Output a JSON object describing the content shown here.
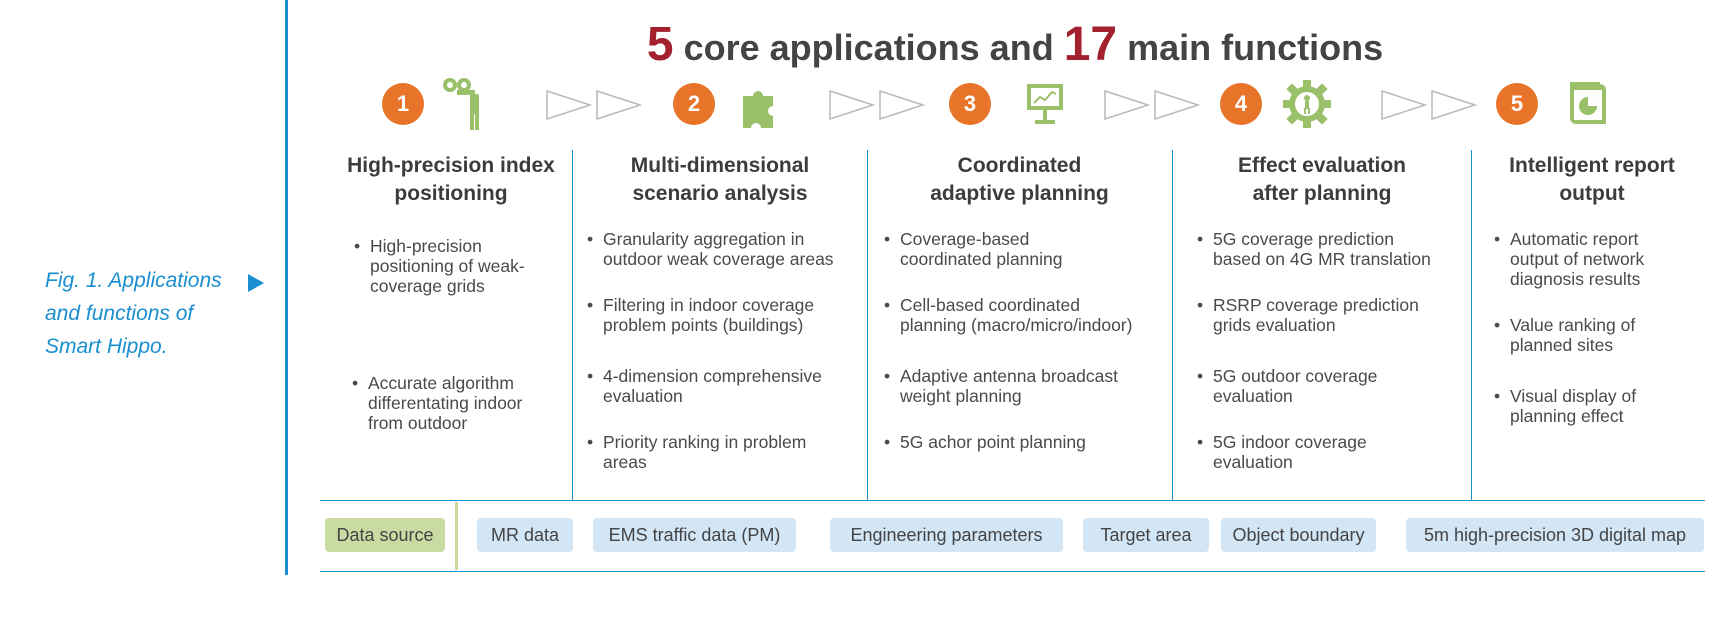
{
  "caption": {
    "lines": [
      "Fig. 1. Applications",
      "and functions of",
      "Smart Hippo."
    ]
  },
  "headline": {
    "num1": "5",
    "text1": " core applications and ",
    "num2": "17",
    "text2": " main functions"
  },
  "steps": [
    {
      "num": "1",
      "icon": "binoculars-person-icon"
    },
    {
      "num": "2",
      "icon": "puzzle-icon"
    },
    {
      "num": "3",
      "icon": "presentation-board-icon"
    },
    {
      "num": "4",
      "icon": "gear-person-icon"
    },
    {
      "num": "5",
      "icon": "report-chart-icon"
    }
  ],
  "columns": [
    {
      "title": [
        "High-precision index",
        "positioning"
      ],
      "items": [
        [
          "High-precision",
          "positioning of weak-",
          "coverage grids"
        ],
        [
          "Accurate algorithm",
          "differentating indoor",
          "from outdoor"
        ]
      ]
    },
    {
      "title": [
        "Multi-dimensional",
        "scenario analysis"
      ],
      "items": [
        [
          "Granularity aggregation in",
          "outdoor weak coverage areas"
        ],
        [
          "Filtering in indoor coverage",
          "problem points (buildings)"
        ],
        [
          "4-dimension comprehensive",
          "evaluation"
        ],
        [
          "Priority ranking in problem",
          "areas"
        ]
      ]
    },
    {
      "title": [
        "Coordinated",
        "adaptive planning"
      ],
      "items": [
        [
          "Coverage-based",
          "coordinated planning"
        ],
        [
          "Cell-based coordinated",
          "planning (macro/micro/indoor)"
        ],
        [
          "Adaptive antenna broadcast",
          "weight planning"
        ],
        [
          "5G achor point planning"
        ]
      ]
    },
    {
      "title": [
        "Effect evaluation",
        "after planning"
      ],
      "items": [
        [
          "5G coverage prediction",
          "based on 4G MR translation"
        ],
        [
          "RSRP coverage prediction",
          "grids evaluation"
        ],
        [
          "5G outdoor coverage",
          "evaluation"
        ],
        [
          "5G indoor coverage",
          "evaluation"
        ]
      ]
    },
    {
      "title": [
        "Intelligent report",
        "output"
      ],
      "items": [
        [
          "Automatic report",
          "output of network",
          "diagnosis results"
        ],
        [
          "Value ranking of",
          "planned sites"
        ],
        [
          "Visual display of",
          "planning effect"
        ]
      ]
    }
  ],
  "data_source": {
    "label": "Data source",
    "chips": [
      "MR data",
      "EMS traffic data (PM)",
      "Engineering parameters",
      "Target area",
      "Object boundary",
      "5m high-precision 3D digital map"
    ]
  },
  "colors": {
    "accent_blue": "#1a8fd0",
    "step_orange": "#e8742a",
    "headline_red": "#a3202f",
    "icon_green": "#9bc06a",
    "chip_blue": "#d3e6f6",
    "chip_green": "#c9dba3"
  }
}
